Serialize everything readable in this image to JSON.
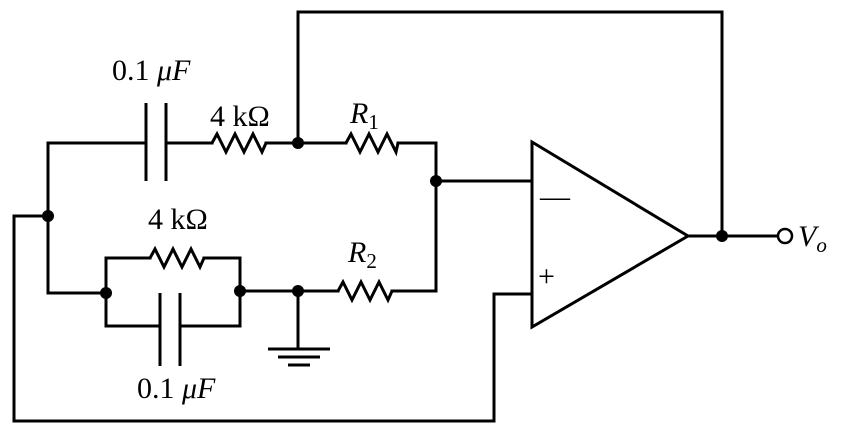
{
  "labels": {
    "c1_value": "0.1",
    "c1_unit": "μF",
    "r_top_value": "4",
    "r_top_unit": "kΩ",
    "r1_symbol": "R",
    "r1_sub": "1",
    "r_par_value": "4",
    "r_par_unit": "kΩ",
    "r2_symbol": "R",
    "r2_sub": "2",
    "c2_value": "0.1",
    "c2_unit": "μF",
    "minus_sign": "—",
    "plus_sign": "+",
    "vo_symbol": "V",
    "vo_sub": "o"
  }
}
